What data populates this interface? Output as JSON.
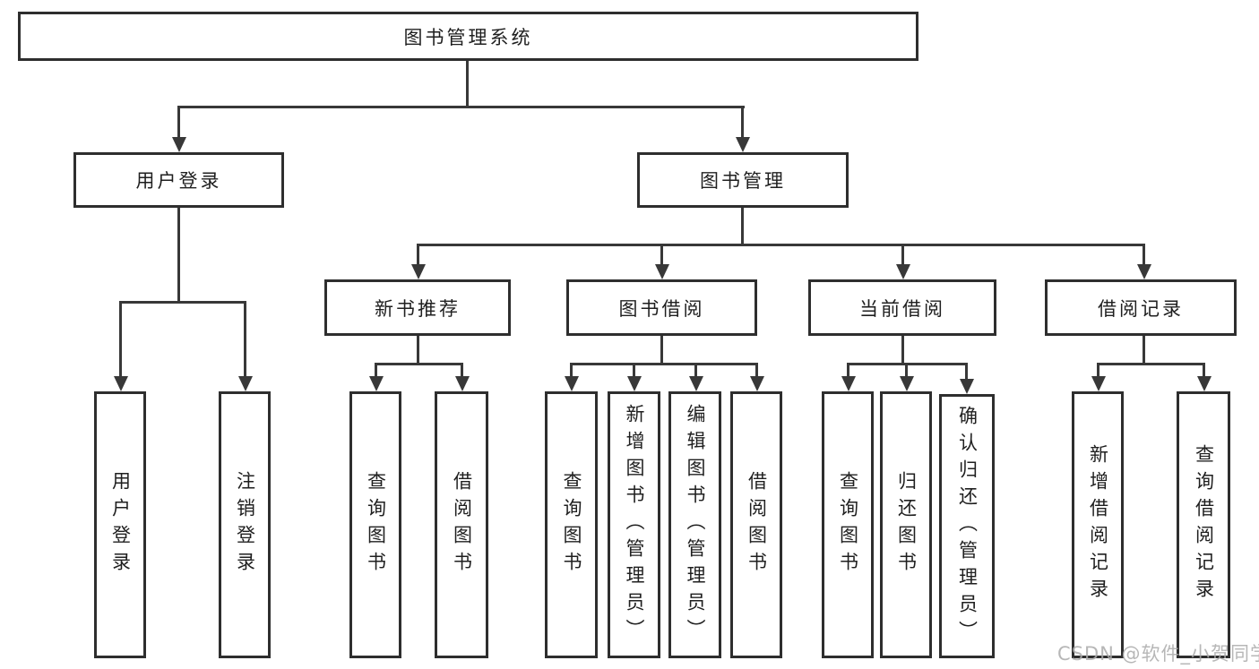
{
  "tree": {
    "root": "图书管理系统",
    "user_login": {
      "label": "用户登录",
      "children": [
        "用户登录",
        "注销登录"
      ]
    },
    "book_management": {
      "label": "图书管理",
      "sections": {
        "new_book_recommend": {
          "label": "新书推荐",
          "children": [
            "查询图书",
            "借阅图书"
          ]
        },
        "book_borrowing": {
          "label": "图书借阅",
          "children": [
            "查询图书",
            "新增图书（管理员）",
            "编辑图书（管理员）",
            "借阅图书"
          ]
        },
        "current_borrowing": {
          "label": "当前借阅",
          "children": [
            "查询图书",
            "归还图书",
            "确认归还（管理员）"
          ]
        },
        "borrowing_records": {
          "label": "借阅记录",
          "children": [
            "新增借阅记录",
            "查询借阅记录"
          ]
        }
      }
    }
  },
  "colors": {
    "line": "#383838",
    "border": "#2e2e2e",
    "text": "#1f1f1f",
    "watermark": "#aaaaaa"
  },
  "watermark": "CSDN @软件_小贺同学"
}
